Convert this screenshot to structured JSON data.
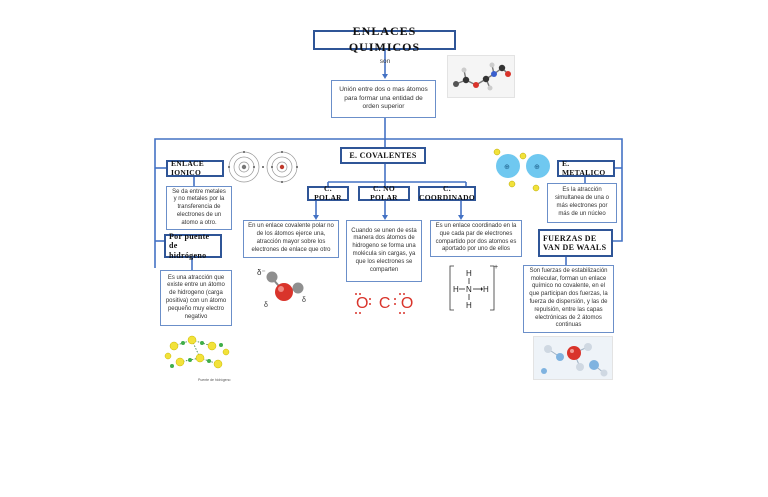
{
  "title": "ENLACES QUIMICOS",
  "connector_son": "son",
  "definition": "Unión entre dos o mas átomos para formar una entidad de orden superior",
  "covalentes": {
    "label": "E. COVALENTES",
    "polar": {
      "label": "C. POLAR",
      "text": "En un enlace covalente polar no de los átomos ejerce una, atracción mayor sobre los electrones de enlace que otro"
    },
    "no_polar": {
      "label": "C. NO POLAR",
      "text": "Cuando se unen de esta manera dos átomos de hidrogeno se forma una molécula sin cargas, ya que los electrones se comparten"
    },
    "coordinado": {
      "label": "C. COORDINADO",
      "text": "Es un enlace coordinado en la que cada par de electrones compartido por dos atomos es aportado por uno de ellos"
    }
  },
  "ionico": {
    "label": "ENLACE IONICO",
    "text": "Se da entre metales y no metales por la transferencia de electrones de un atomo a otro."
  },
  "hidrogeno": {
    "label": "Por puente de hidrógeno",
    "text": "Es una atracción que existe entre un átomo de hidrogeno (carga positiva) con un átomo pequeño muy electro negativo",
    "image_caption": "Puente de hidrógeno"
  },
  "metalico": {
    "label": "E. METALICO",
    "text": "Es la atracción simultanea de una o más electrones por más de un núcleo"
  },
  "van_der_waals": {
    "label": "FUERZAS DE VAN DE WAALS",
    "text": "Son fuerzas de estabilización molecular, forman un enlace químico no covalente, en el que participan dos fuerzas, la fuerza de dispersión, y las de repulsión, entre las capas electrónicas de 2 átomos continuas"
  },
  "molecule_labels": {
    "water_delta_minus": "δ⁻",
    "water_delta_plus_1": "δ",
    "water_delta_plus_2": "δ",
    "co2": "O C O",
    "nh4_h": "H",
    "nh4_n": "N",
    "nh4_charge": "+",
    "metal_ion": "⊕"
  },
  "colors": {
    "connector": "#4472c4",
    "frame": "#2f5597",
    "box_border": "#6b8fc9",
    "oxygen_red": "#d9342b",
    "metal_blue": "#6fc8f0",
    "electron_yellow": "#f2e23a"
  }
}
